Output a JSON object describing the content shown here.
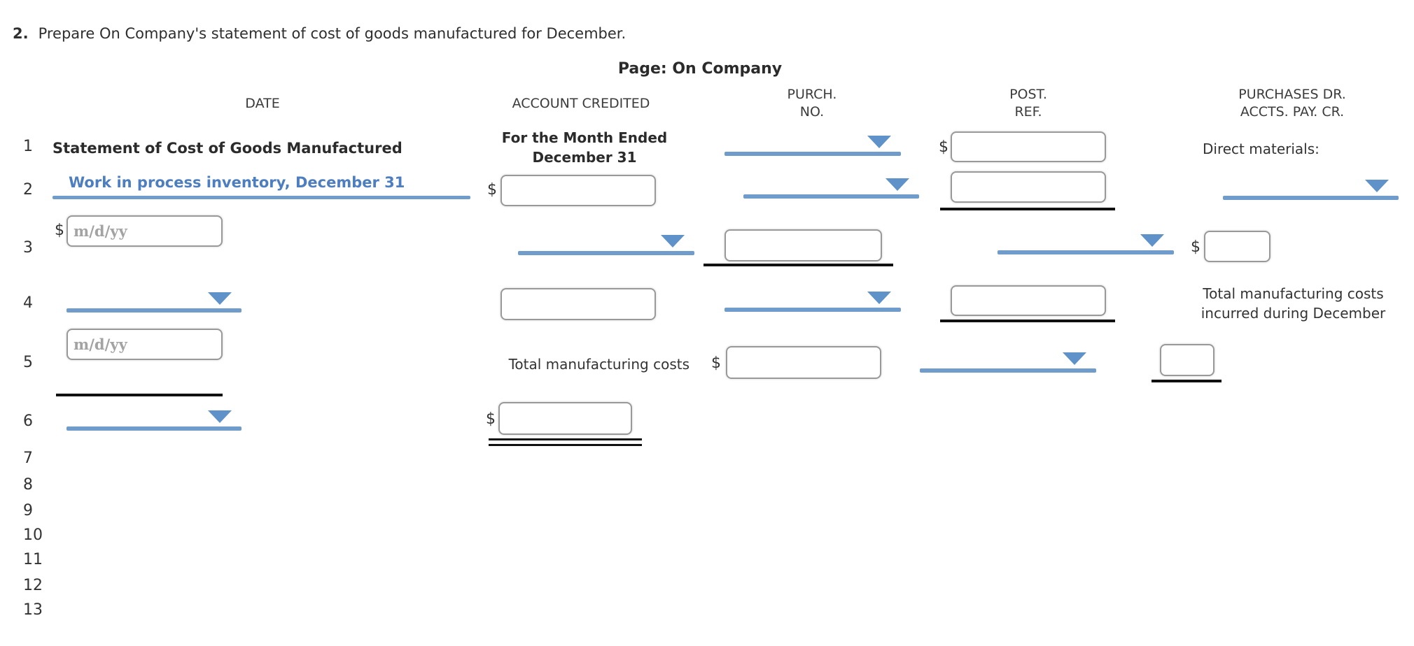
{
  "problem": {
    "number": "2.",
    "text": "Prepare On Company's statement of cost of goods manufactured for December."
  },
  "page_title": "Page: On Company",
  "headers": {
    "date": "DATE",
    "account_credited": "ACCOUNT CREDITED",
    "purch_no": [
      "PURCH.",
      "NO."
    ],
    "post_ref": [
      "POST.",
      "REF."
    ],
    "purchases": [
      "PURCHASES DR.",
      "ACCTS. PAY. CR."
    ]
  },
  "row_numbers": [
    "1",
    "2",
    "3",
    "4",
    "5",
    "6",
    "7",
    "8",
    "9",
    "10",
    "11",
    "12",
    "13"
  ],
  "labels": {
    "statement_title": "Statement of Cost of Goods Manufactured",
    "month_ended": [
      "For the Month Ended",
      "December 31"
    ],
    "wip_inventory": "Work in process inventory, December 31",
    "direct_materials": "Direct materials:",
    "total_mfg_costs": "Total manufacturing costs",
    "total_incurred": [
      "Total manufacturing costs",
      "incurred during December"
    ],
    "dollar": "$"
  },
  "inputs": {
    "date_placeholder": "m/d/yy",
    "empty_value": ""
  },
  "colors": {
    "accent_blue_line": "#6f9ccb",
    "accent_blue_triangle": "#5f92c8",
    "link_blue_text": "#4d7ebf",
    "text_dark": "#2e2e2e",
    "input_border": "#999999",
    "rule_black": "#111111",
    "placeholder_gray": "#a3a3a3"
  }
}
